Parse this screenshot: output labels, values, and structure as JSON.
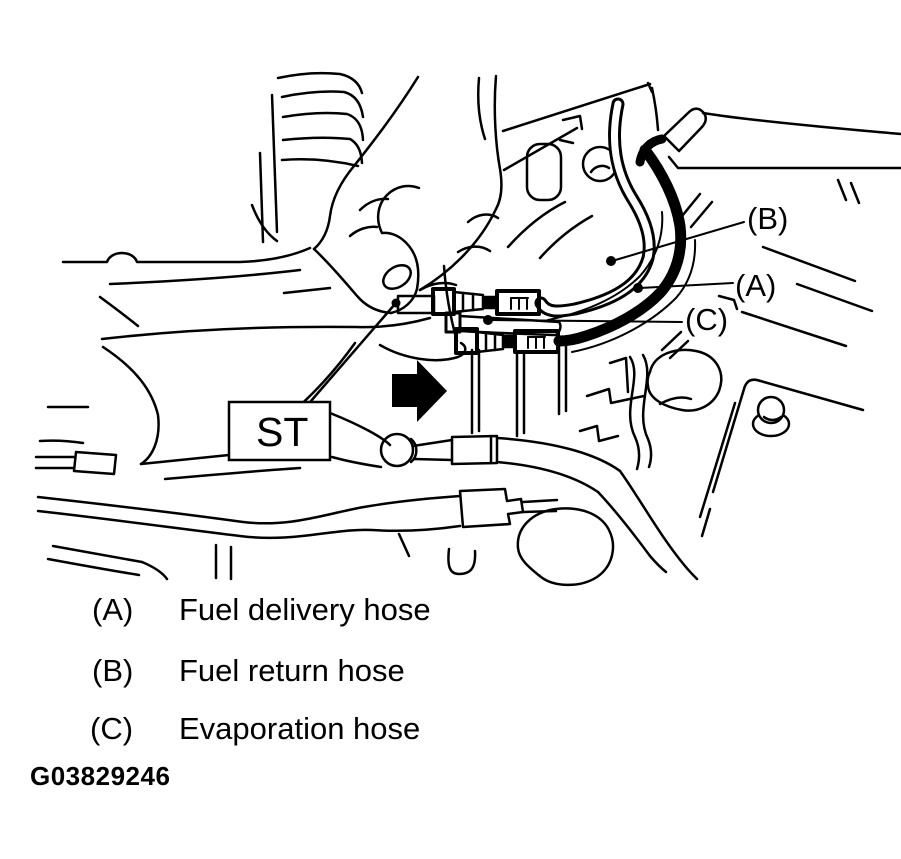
{
  "figure": {
    "kind": "service-manual-illustration",
    "code": "G03829246",
    "tool_box_label": "ST"
  },
  "callouts": [
    {
      "id": "A",
      "label": "(A)",
      "description": "Fuel delivery hose"
    },
    {
      "id": "B",
      "label": "(B)",
      "description": "Fuel return hose"
    },
    {
      "id": "C",
      "label": "(C)",
      "description": "Evaporation hose"
    }
  ],
  "icons": {
    "direction_arrow": "solid-right-arrow"
  },
  "colors": {
    "ink": "#000000",
    "paper": "#ffffff"
  }
}
